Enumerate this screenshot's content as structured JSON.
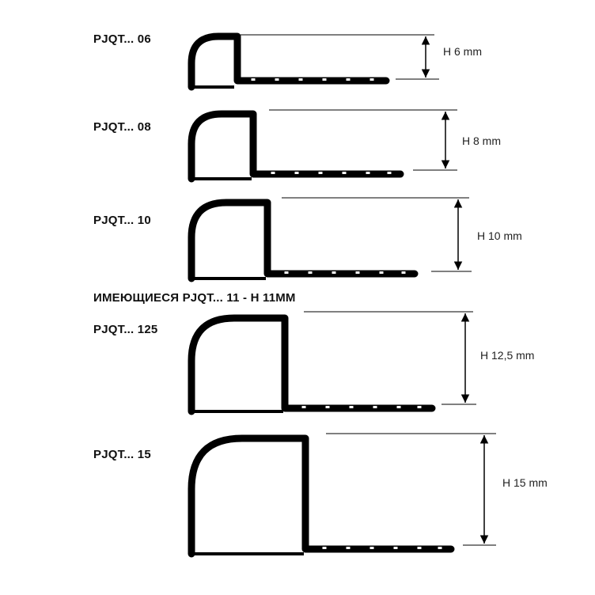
{
  "colors": {
    "profile": "#000000",
    "line": "#000000",
    "background": "#ffffff"
  },
  "profiles": [
    {
      "code": "PJQT... 06",
      "height_label": "H 6 mm"
    },
    {
      "code": "PJQT... 08",
      "height_label": "H 8 mm"
    },
    {
      "code": "PJQT... 10",
      "height_label": "H 10 mm"
    },
    {
      "code": "PJQT... 125",
      "height_label": "H 12,5 mm"
    },
    {
      "code": "PJQT... 15",
      "height_label": "H 15 mm"
    }
  ],
  "note": "ИМЕЮЩИЕСЯ PJQT... 11 - H 11MM"
}
